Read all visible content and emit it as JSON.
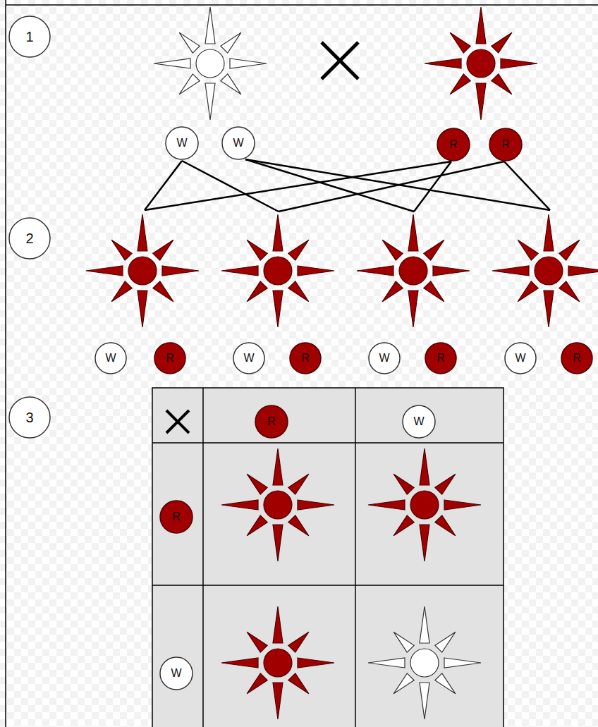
{
  "diagram": {
    "nodes": [
      {
        "text": [
          "1"
        ]
      },
      {
        "text": [
          "W"
        ]
      },
      {
        "text": [
          "W"
        ]
      },
      {
        "text": [
          "R"
        ]
      },
      {
        "text": [
          "R"
        ]
      },
      {
        "text": [
          "2"
        ]
      },
      {
        "text": [
          "W"
        ]
      },
      {
        "text": [
          "R"
        ]
      },
      {
        "text": [
          "W"
        ]
      },
      {
        "text": [
          "R"
        ]
      },
      {
        "text": [
          "W"
        ]
      },
      {
        "text": [
          "R"
        ]
      },
      {
        "text": [
          "W"
        ]
      },
      {
        "text": [
          "R"
        ]
      },
      {
        "text": [
          "3"
        ]
      },
      {
        "text": [
          "R"
        ]
      },
      {
        "text": [
          "W"
        ]
      },
      {
        "text": [
          "R"
        ]
      },
      {
        "text": [
          "W"
        ]
      }
    ]
  }
}
